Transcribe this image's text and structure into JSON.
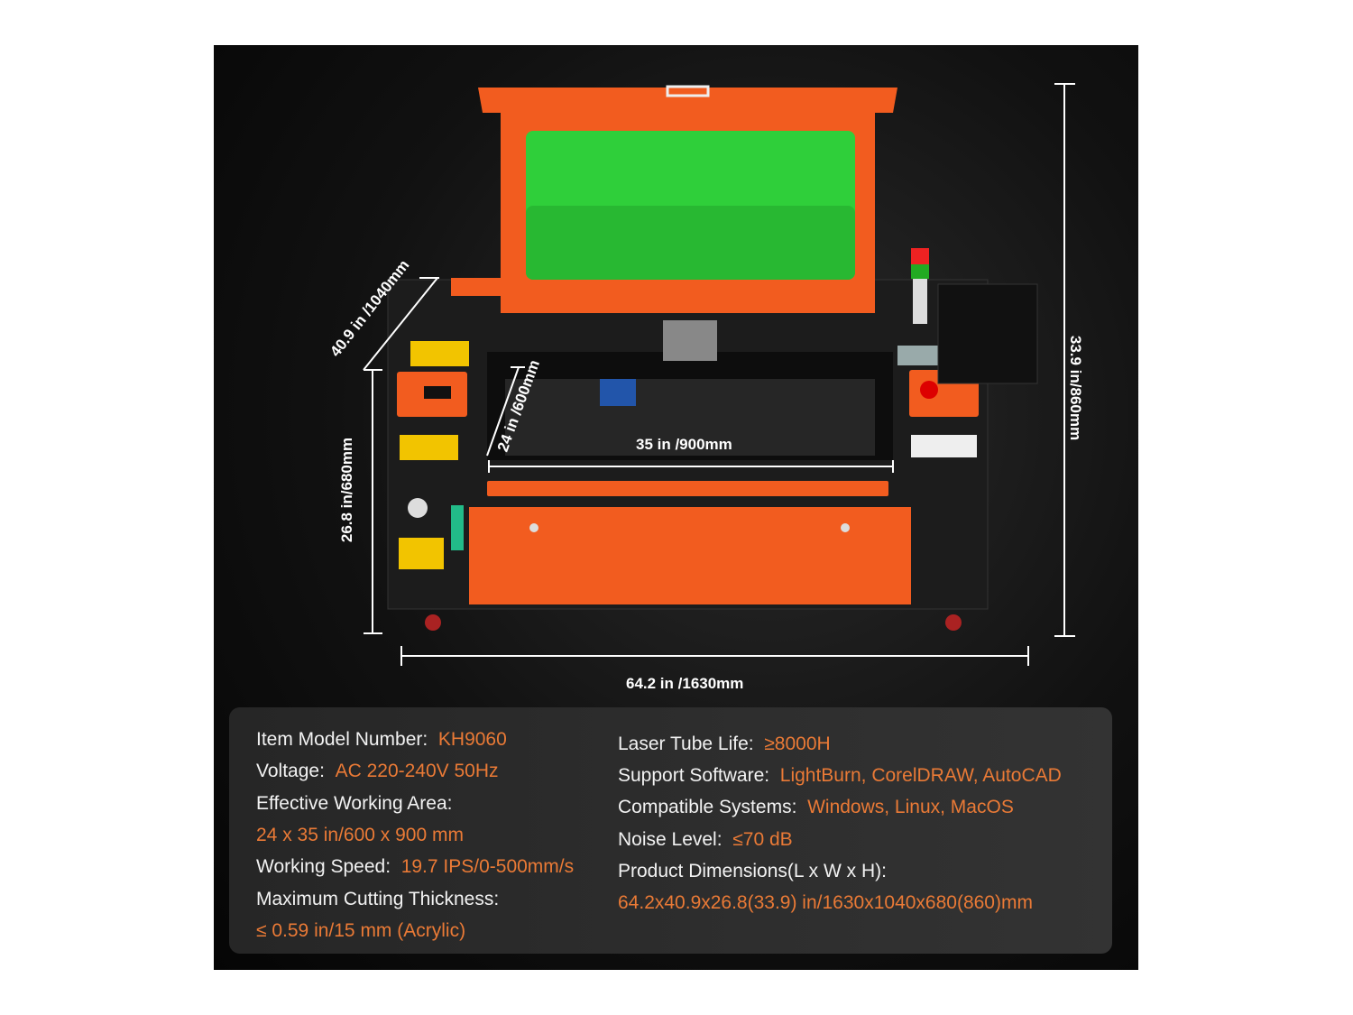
{
  "colors": {
    "accent": "#ea7a36",
    "machine_orange": "#f25c1f",
    "window_green": "#2fcf3a",
    "background": "#111111"
  },
  "dimensions": {
    "depth": "40.9 in /1040mm",
    "height_body": "26.8 in/680mm",
    "height_total": "33.9 in/860mm",
    "width_total": "64.2 in /1630mm",
    "work_width": "35 in /900mm",
    "work_depth": "24 in /600mm"
  },
  "specs": {
    "left": [
      {
        "label": "Item Model Number:",
        "value": "KH9060"
      },
      {
        "label": "Voltage:",
        "value": "AC 220-240V 50Hz"
      },
      {
        "label": "Effective Working Area:",
        "value": ""
      },
      {
        "label": "",
        "value": "24 x 35 in/600 x 900 mm"
      },
      {
        "label": "Working Speed:",
        "value": "19.7 IPS/0-500mm/s"
      },
      {
        "label": "Maximum Cutting Thickness:",
        "value": ""
      },
      {
        "label": "",
        "value": "≤ 0.59 in/15 mm (Acrylic)"
      }
    ],
    "right": [
      {
        "label": "Laser Tube Life:",
        "value": "≥8000H"
      },
      {
        "label": "Support Software:",
        "value": "LightBurn, CorelDRAW, AutoCAD"
      },
      {
        "label": "Compatible Systems:",
        "value": "Windows, Linux, MacOS"
      },
      {
        "label": "Noise Level:",
        "value": "≤70 dB"
      },
      {
        "label": "Product Dimensions(L x W x H):",
        "value": ""
      },
      {
        "label": "",
        "value": "64.2x40.9x26.8(33.9) in/1630x1040x680(860)mm"
      }
    ]
  }
}
